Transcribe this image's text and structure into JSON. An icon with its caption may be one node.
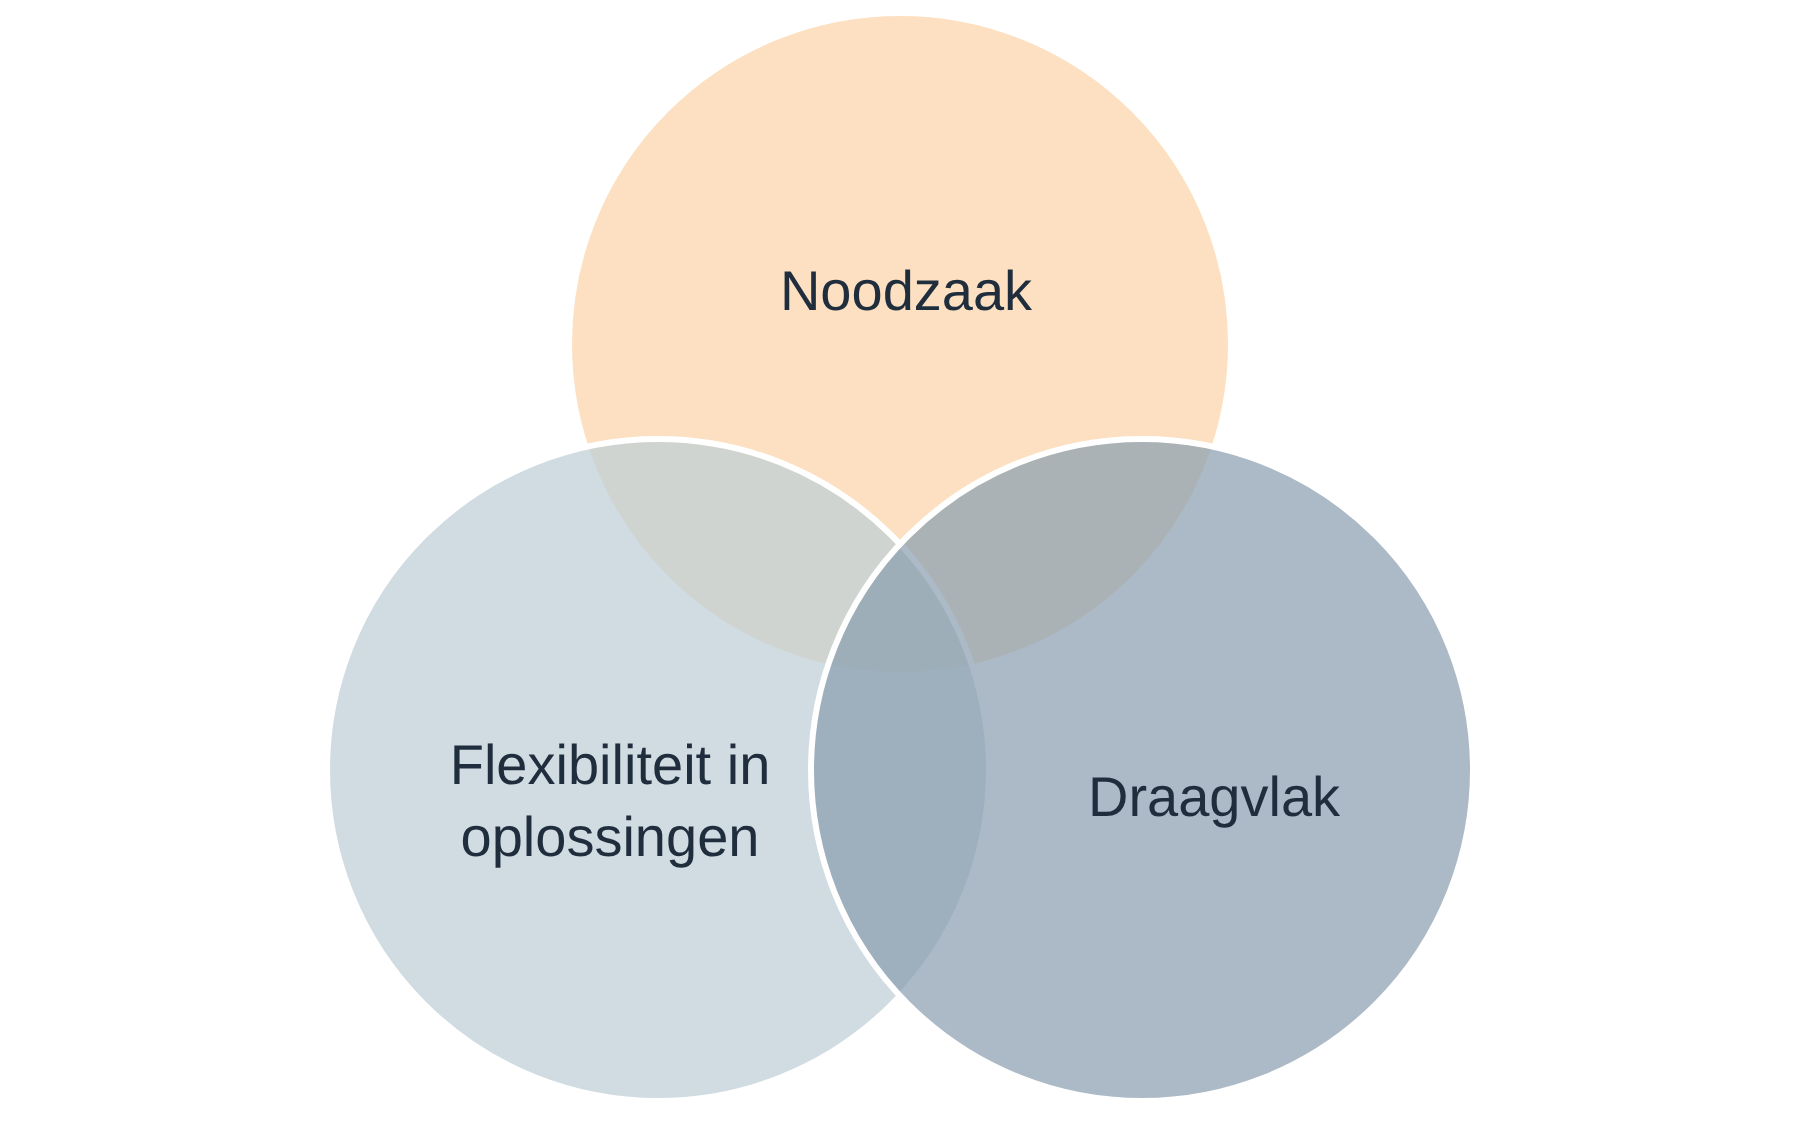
{
  "diagram": {
    "nodes": [
      {
        "text": [
          "Noodzaak"
        ]
      },
      {
        "text": [
          "Flexibiliteit in oplossingen"
        ]
      },
      {
        "text": [
          "Draagvlak"
        ]
      }
    ]
  }
}
